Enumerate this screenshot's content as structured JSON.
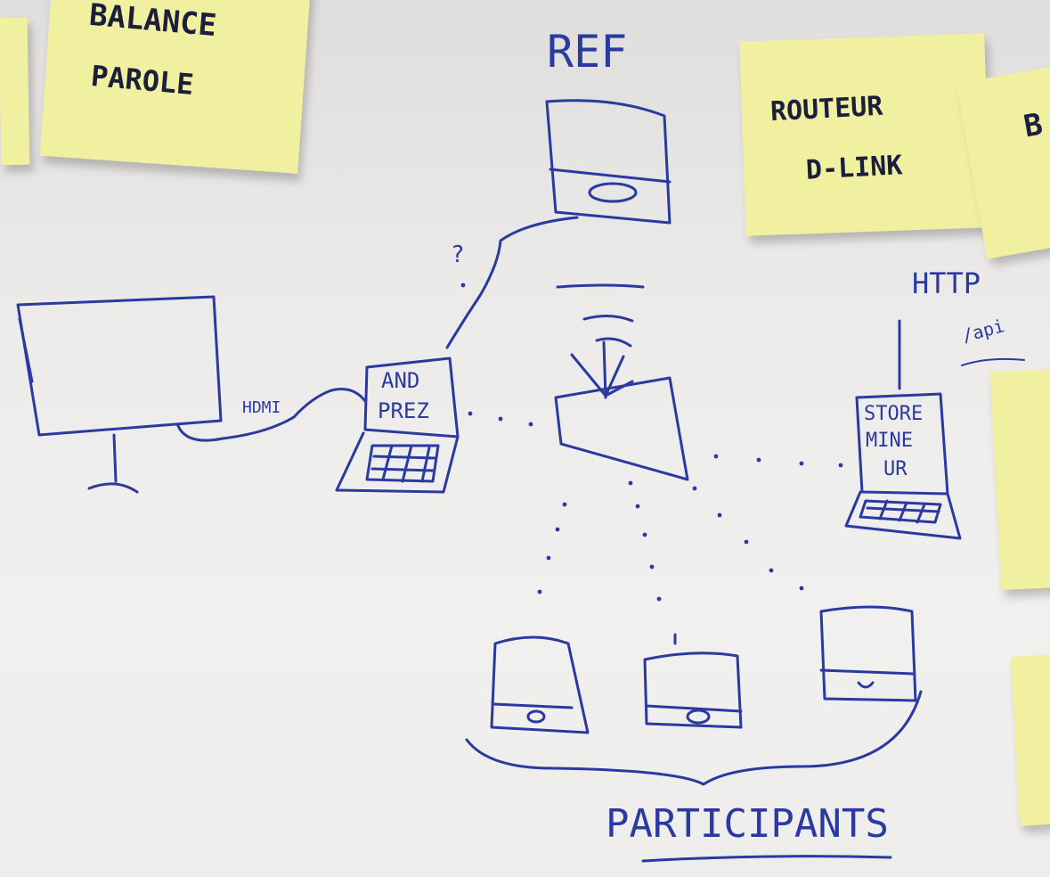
{
  "notes": {
    "balance": {
      "line1": "BALANCE",
      "line2": "PAROLE"
    },
    "router": {
      "line1": "ROUTEUR",
      "line2": "D-LINK"
    },
    "right_edge_top": "B"
  },
  "diagram": {
    "ref_label": "REF",
    "hdmi_label": "HDMI",
    "presenter_laptop": {
      "line1": "AND",
      "line2": "PREZ"
    },
    "question_mark": "?",
    "http_label": "HTTP",
    "path_label": "/api",
    "store_laptop": {
      "line1": "STORE",
      "line2": "MINE",
      "line3": "UR"
    },
    "participants_label": "PARTICIPANTS"
  },
  "colors": {
    "ink": "#2b3aa0",
    "sticky_note": "#f1f0a0",
    "sticky_text": "#1b1e3d",
    "whiteboard": "#ecebe9"
  }
}
